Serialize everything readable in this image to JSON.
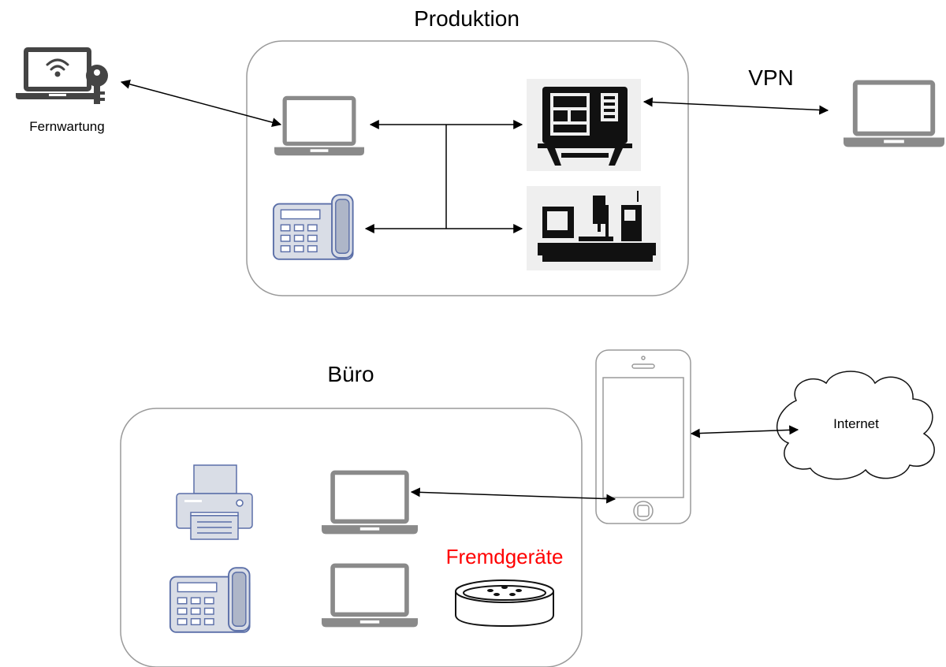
{
  "groups": {
    "produktion": {
      "title": "Produktion"
    },
    "buero": {
      "title": "Büro"
    }
  },
  "labels": {
    "vpn": "VPN",
    "fernwartung": "Fernwartung",
    "fremdgeraete": "Fremdgeräte",
    "internet": "Internet"
  },
  "colors": {
    "laptop": "#8a8a8a",
    "device_dark": "#111111",
    "device_bg": "#efefef",
    "phone_fill": "#d9dde6",
    "phone_stroke": "#5b6fa8",
    "highlight": "#ff0000",
    "frame": "#9a9a9a"
  },
  "icons": {
    "remote": "laptop-wifi-key-icon",
    "laptop": "laptop-icon",
    "desk_phone": "desk-phone-icon",
    "cnc": "cnc-machine-icon",
    "lathe": "cnc-lathe-icon",
    "printer": "printer-icon",
    "smartphone": "smartphone-icon",
    "smart_speaker": "smart-speaker-icon",
    "cloud": "cloud-icon"
  }
}
